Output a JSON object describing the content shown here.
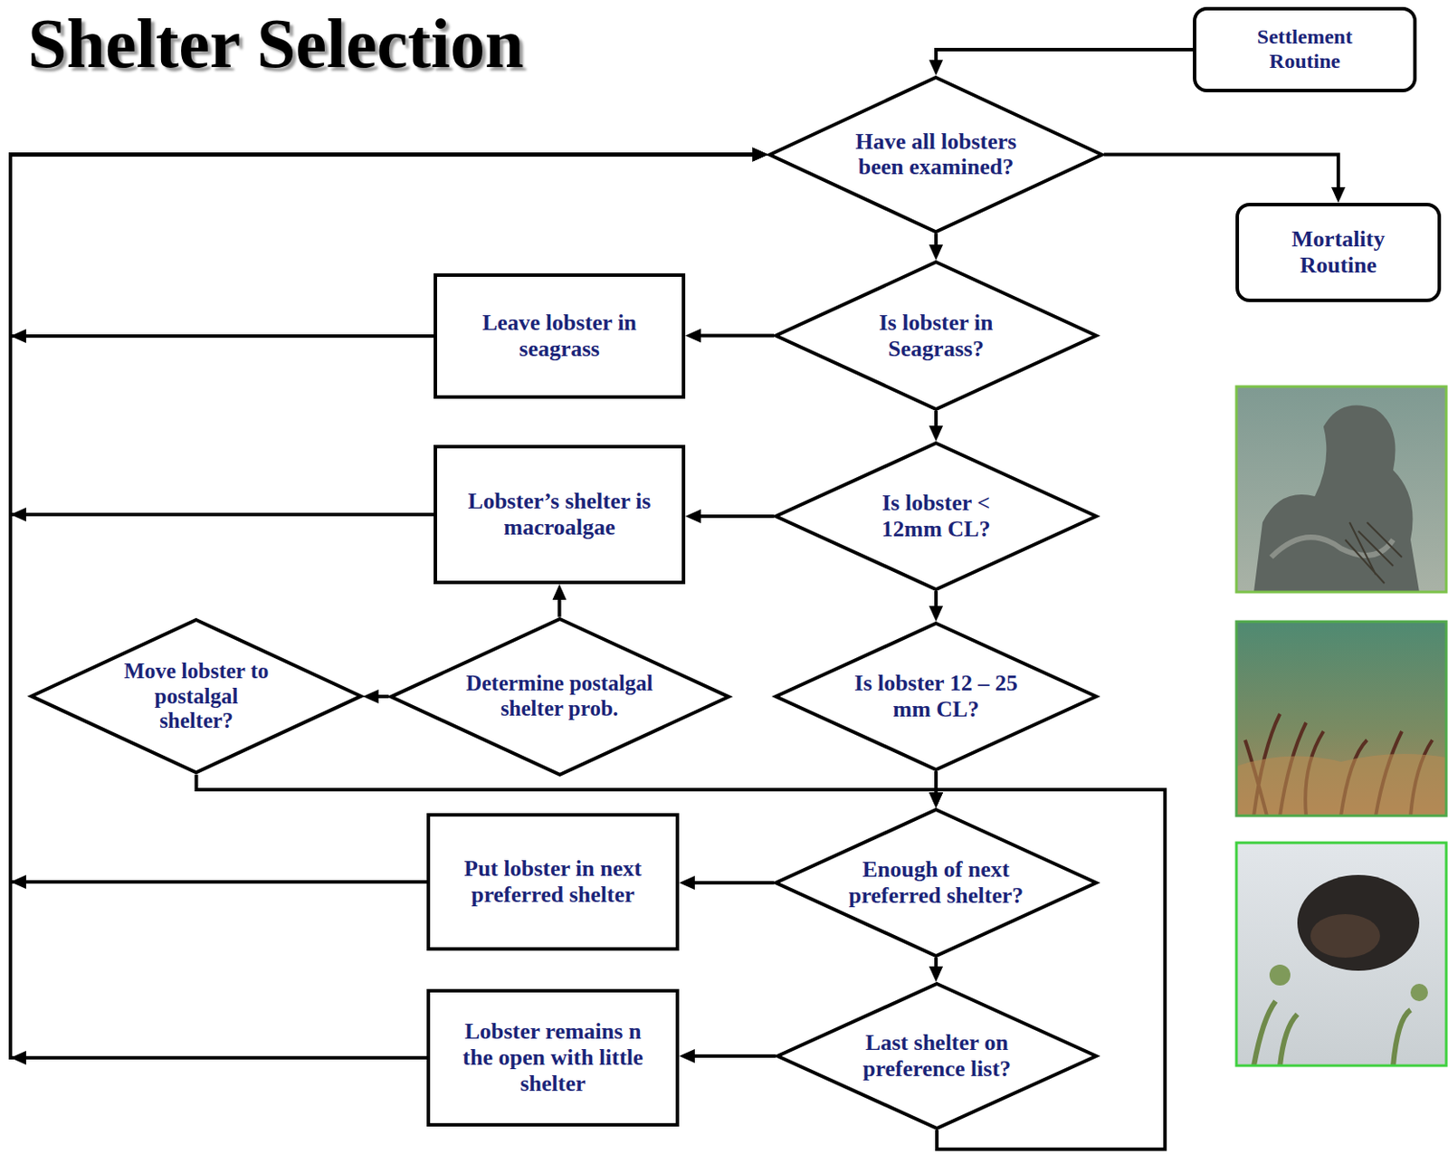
{
  "diagram": {
    "title": "Shelter Selection",
    "nodes": [
      {
        "text": [
          "Settlement Routine"
        ]
      },
      {
        "text": [
          "Have all lobsters been examined?"
        ]
      },
      {
        "text": [
          "Mortality Routine"
        ]
      },
      {
        "text": [
          "Is lobster in Seagrass?"
        ]
      },
      {
        "text": [
          "Leave lobster in seagrass"
        ]
      },
      {
        "text": [
          "Is lobster < 12mm CL?"
        ]
      },
      {
        "text": [
          "Lobster’s shelter is macroalgae"
        ]
      },
      {
        "text": [
          "Is lobster 12 – 25 mm CL?"
        ]
      },
      {
        "text": [
          "Determine postalgal shelter prob."
        ]
      },
      {
        "text": [
          "Move lobster to postalgal shelter?"
        ]
      },
      {
        "text": [
          "Enough of next preferred shelter?"
        ]
      },
      {
        "text": [
          "Put lobster in next preferred shelter"
        ]
      },
      {
        "text": [
          "Last shelter on preference list?"
        ]
      },
      {
        "text": [
          "Lobster remains n the open with little shelter"
        ]
      }
    ],
    "edges": [
      {
        "from": 0,
        "to": 1,
        "arrow": "to"
      },
      {
        "from": 1,
        "to": 2,
        "arrow": "to"
      },
      {
        "from": 1,
        "to": 3,
        "arrow": "to"
      },
      {
        "from": 3,
        "to": 4,
        "arrow": "to"
      },
      {
        "from": 4,
        "to": 1,
        "arrow": "to"
      },
      {
        "from": 3,
        "to": 5,
        "arrow": "to"
      },
      {
        "from": 5,
        "to": 6,
        "arrow": "to"
      },
      {
        "from": 6,
        "to": 1,
        "arrow": "to"
      },
      {
        "from": 5,
        "to": 7,
        "arrow": "to"
      },
      {
        "from": 7,
        "to": 10,
        "arrow": "to"
      },
      {
        "from": 8,
        "to": 6,
        "arrow": "to"
      },
      {
        "from": 8,
        "to": 9,
        "arrow": "to"
      },
      {
        "from": 9,
        "to": 10,
        "arrow": "to"
      },
      {
        "from": 10,
        "to": 11,
        "arrow": "to"
      },
      {
        "from": 11,
        "to": 1,
        "arrow": "to"
      },
      {
        "from": 10,
        "to": 12,
        "arrow": "to"
      },
      {
        "from": 12,
        "to": 13,
        "arrow": "to"
      },
      {
        "from": 13,
        "to": 1,
        "arrow": "to"
      },
      {
        "from": 12,
        "to": 10,
        "arrow": "to"
      }
    ]
  }
}
